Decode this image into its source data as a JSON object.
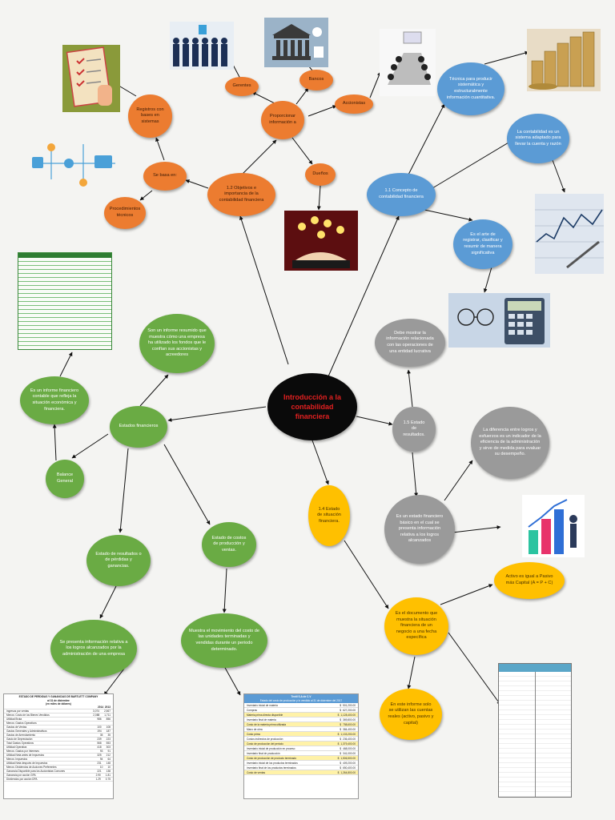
{
  "center": {
    "title": "Introducción a la contabilidad financiera"
  },
  "nodes": {
    "objetivos": "1.2 Objetivos e importancia de la contabilidad financiera",
    "proporcionar": "Proporcionar información a",
    "gerentes": "Gerentes",
    "bancos": "Bancos",
    "accionistas": "Accionistas",
    "duenos": "Dueños",
    "se_basa": "Se basa en:",
    "registros": "Registros con bases en sistemas",
    "procedimientos": "Procedimientos técnicos",
    "concepto": "1.1 Concepto de contabilidad financiera",
    "tecnica": "Técnica para producir sistemática y estructuralmente información cuantitativa.",
    "sistema": "La contabilidad es un sistema adaptado para llevar la cuenta y razón",
    "arte": "Es el arte de registrar, clasificar y resumir de manera significativa",
    "estado_resultados_15": "1.5 Estado de resultados.",
    "debe_mostrar": "Debe mostrar la información relacionada con las operaciones de una entidad lucrativa",
    "diferencia": "La diferencia entre logros y esfuerzos es un indicador de la eficiencia de la administración y sirve de medida para evaluar su desempeño.",
    "estado_basico": "Es un estado financiero básico en el cual se presenta información relativa a los logros alcanzados",
    "situacion": "1.4 Estado de situación financiera.",
    "documento": "Es el documento que muestra la situación financiera de un negocio a una fecha específica",
    "activo": "Activo es igual a Pasivo más Capital (A = P + C)",
    "informe_solo": "En este informe solo se utilizan las cuentas reales (activo, pasivo y capital)",
    "estados_financieros": "Estados financieros",
    "informe_resumido": "Son un informe resumido que muestra cómo una empresa ha utilizado los fondos que le confían sus accionistas y acreedores",
    "informe_contable": "Es un informe financiero contable que refleja la situación económica y financiera.",
    "balance": "Balance General",
    "estado_resultados": "Estado de resultados o de pérdidas y ganancias.",
    "se_presenta": "Se presenta información relativa a los logros alcanzados por la administración de una empresa",
    "estado_costos": "Estado de costos de producción y ventas.",
    "muestra_mov": "Muestra el movimiento del costo de las unidades terminadas y vendidas durante un periodo determinado."
  },
  "income_table": {
    "title": "ESTADO DE PERDIDAS Y GANANCIAS DE BARTLETT COMPANY",
    "subtitle1": "al 31 de diciembre",
    "subtitle2": "(en miles de dólares)",
    "col1": "2014",
    "col2": "2013",
    "rows": [
      [
        "Ingresos por ventas",
        "3,074",
        "2,567"
      ],
      [
        "Menos: Costo de los Bienes Vendidos",
        "2,088",
        "1,711"
      ],
      [
        "Utilidad Bruta",
        "986",
        "856"
      ],
      [
        "Menos: Gastos Operativos",
        "",
        ""
      ],
      [
        "Gastos de Ventas",
        "100",
        "108"
      ],
      [
        "Gastos Generales y Administrativos",
        "194",
        "187"
      ],
      [
        "Gastos de Arrendamiento",
        "35",
        "35"
      ],
      [
        "Gasto de Depreciación",
        "239",
        "223"
      ],
      [
        "Total Gastos Operativos",
        "568",
        "553"
      ],
      [
        "Utilidad Operativa",
        "418",
        "303"
      ],
      [
        "Menos: Gastos por Intereses",
        "93",
        "91"
      ],
      [
        "Utilidad Neta antes de Impuestos",
        "325",
        "212"
      ],
      [
        "Menos: Impuestos",
        "94",
        "64"
      ],
      [
        "Utilidad Neta después de Impuestos",
        "231",
        "148"
      ],
      [
        "Menos: Dividendos de Acciones Preferentes",
        "10",
        "10"
      ],
      [
        "Ganancia Disponible para los Accionistas Comunes",
        "221",
        "138"
      ],
      [
        "Ganancia por acción GPA",
        "2.90",
        "1.81"
      ],
      [
        "Dividendos por acción DPA",
        "1.29",
        "0.75"
      ]
    ]
  },
  "cost_table": {
    "title": "Textil S.A de C.V",
    "subtitle": "Estado del costo de producción y lo vendido al 31 de diciembre del 2017",
    "rows": [
      [
        "Inventario inicial de materia",
        "$",
        "501,200.00"
      ],
      [
        "Compras",
        "$",
        "627,200.00"
      ],
      [
        "Materia prima directa disponible",
        "$",
        "1,128,400.00"
      ],
      [
        "Inventario final de materia",
        "$",
        "369,800.00"
      ],
      [
        "Costo de la materia prima utilizada",
        "$",
        "758,600.00"
      ],
      [
        "Mano de obra",
        "$",
        "384,400.00"
      ],
      [
        "Costo primo",
        "$",
        "1,133,200.00"
      ],
      [
        "Costos indirectos de producción",
        "$",
        "236,400.00"
      ],
      [
        "Costo de producción del periodo",
        "$",
        "1,379,400.00"
      ],
      [
        "Inventario inicial de producción en proceso",
        "$",
        "468,000.00"
      ],
      [
        "Inventario final de producción",
        "$",
        "341,000.00"
      ],
      [
        "Costo de producción de producto terminado",
        "$",
        "1,506,500.00"
      ],
      [
        "Inventario inicial de los productos terminados",
        "$",
        "409,200.00"
      ],
      [
        "Inventario final de los productos terminados",
        "$",
        "650,400.00"
      ],
      [
        "Costo de ventas",
        "$",
        "1,264,800.00"
      ]
    ]
  },
  "colors": {
    "orange": "#ec7c30",
    "blue": "#5b9bd5",
    "gray": "#9a9a9a",
    "green": "#6aab44",
    "yellow": "#ffc000",
    "center": "#0a0a0a",
    "title_text": "#e02020"
  }
}
